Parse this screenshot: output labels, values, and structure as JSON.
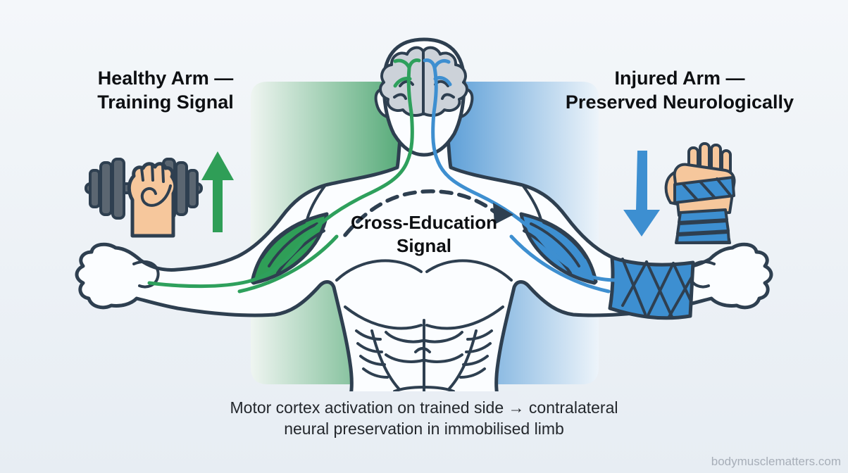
{
  "colors": {
    "background_top": "#f4f7fa",
    "background_bottom": "#e7edf3",
    "green_accent": "#2f9e57",
    "green_panel_deep": "#3f9f66",
    "blue_accent": "#3d8fd1",
    "blue_panel_deep": "#4792d2",
    "outline_navy": "#2e3f50",
    "skin": "#f6c79c",
    "brain_fill": "#ccd2d9",
    "plate_gray": "#5b6671",
    "text_dark": "#0d0f12",
    "caption_color": "#23272c",
    "watermark_color": "#a7aeb8"
  },
  "headings": {
    "left": "Healthy Arm —\nTraining Signal",
    "right": "Injured Arm —\nPreserved Neurologically"
  },
  "center_label": "Cross-Education\nSignal",
  "caption": "Motor cortex activation on trained side → contralateral\nneural preservation in immobilised limb",
  "watermark": "bodymusclematters.com",
  "icons": {
    "dumbbell": "fist-holding-dumbbell",
    "up_arrow": "green-arrow-up",
    "down_arrow": "blue-arrow-down",
    "bandaged_hand": "bandaged-hand",
    "brain": "brain-with-motor-nerves",
    "signal_arc": "dashed-cross-education-arrow"
  }
}
